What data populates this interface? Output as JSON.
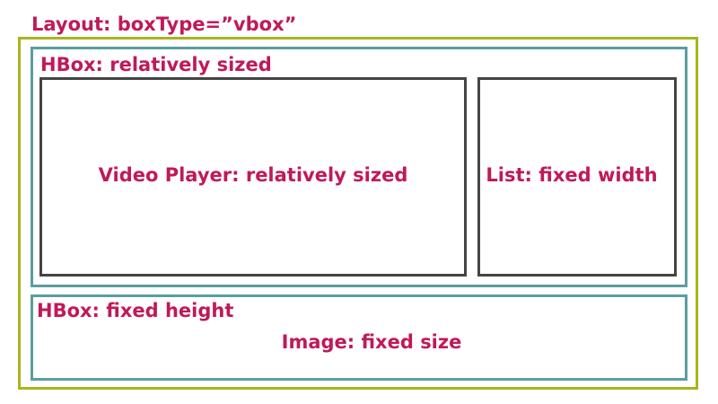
{
  "colors": {
    "label_text": "#c0195a",
    "outer_border": "#a8b41c",
    "hbox_border": "#5a9ea0",
    "component_border": "#444444"
  },
  "layout": {
    "title": "Layout: boxType=”vbox”"
  },
  "hbox_top": {
    "label": "HBox: relatively sized",
    "video_player": {
      "label": "Video Player: relatively sized"
    },
    "list": {
      "label": "List: fixed width"
    }
  },
  "hbox_bottom": {
    "label": "HBox: fixed height",
    "image": {
      "label": "Image: fixed size"
    }
  }
}
